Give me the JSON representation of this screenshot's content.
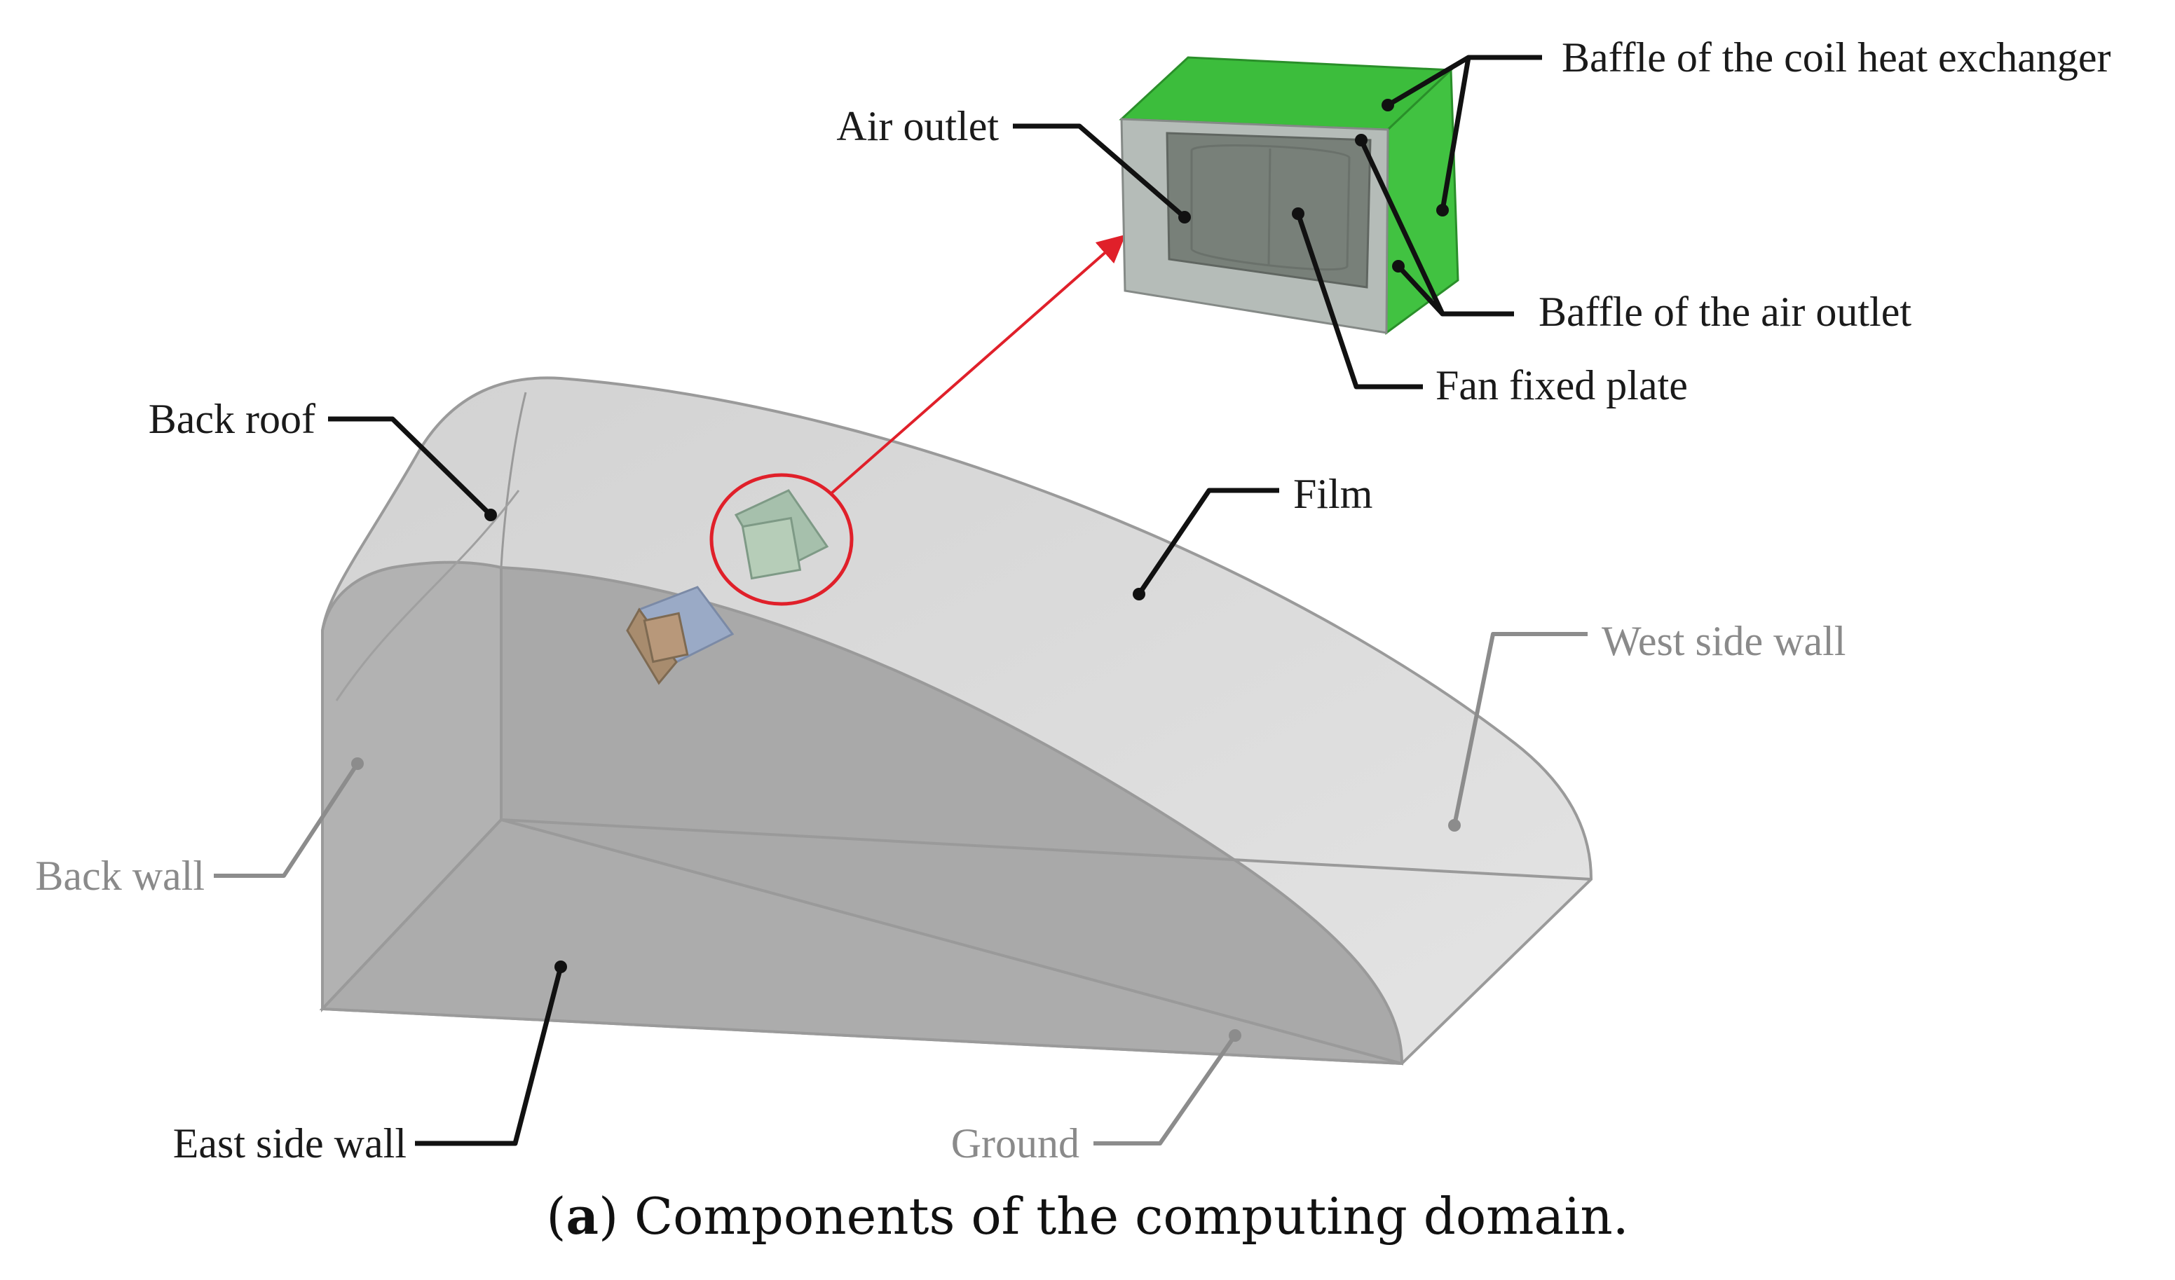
{
  "labels": {
    "air_outlet": "Air outlet",
    "baffle_coil": "Baffle of the coil heat exchanger",
    "baffle_air_outlet": "Baffle of the air outlet",
    "fan_fixed_plate": "Fan fixed plate",
    "back_roof": "Back roof",
    "film": "Film",
    "west_side_wall": "West side wall",
    "back_wall": "Back wall",
    "east_side_wall": "East side wall",
    "ground": "Ground"
  },
  "caption": {
    "open": "(",
    "letter": "a",
    "text": ") Components of the computing domain."
  },
  "colors": {
    "baffle_green": "#3cbd3c",
    "domain_gray": "#b8b8b8",
    "highlight_red": "#e0202a"
  }
}
